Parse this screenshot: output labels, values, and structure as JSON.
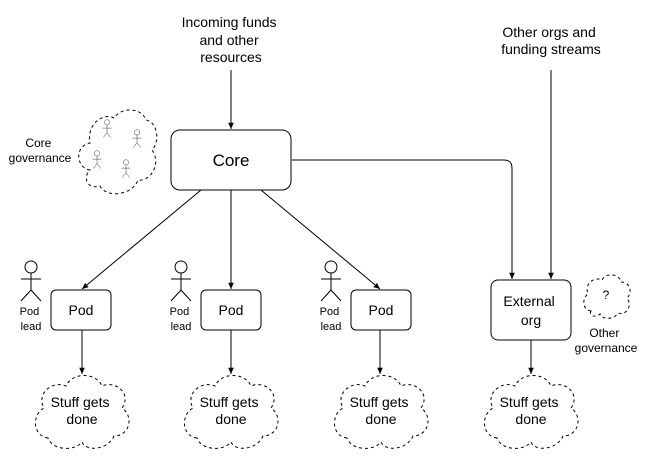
{
  "diagram": {
    "incoming": [
      "Incoming funds",
      "and other",
      "resources"
    ],
    "other_orgs": [
      "Other orgs and",
      "funding streams"
    ],
    "core_governance": [
      "Core",
      "governance"
    ],
    "core": "Core",
    "pods": [
      {
        "label": "Pod",
        "lead": [
          "Pod",
          "lead"
        ],
        "outcome": [
          "Stuff gets",
          "done"
        ]
      },
      {
        "label": "Pod",
        "lead": [
          "Pod",
          "lead"
        ],
        "outcome": [
          "Stuff gets",
          "done"
        ]
      },
      {
        "label": "Pod",
        "lead": [
          "Pod",
          "lead"
        ],
        "outcome": [
          "Stuff gets",
          "done"
        ]
      }
    ],
    "external": {
      "label": [
        "External",
        "org"
      ],
      "governance_mark": "?",
      "governance": [
        "Other",
        "governance"
      ],
      "outcome": [
        "Stuff gets",
        "done"
      ]
    }
  }
}
